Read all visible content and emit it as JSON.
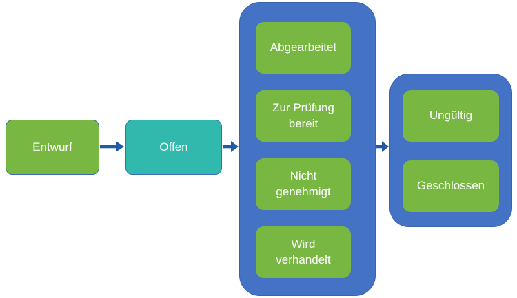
{
  "diagram": {
    "type": "workflow-state-diagram",
    "background": "#ffffff",
    "colors": {
      "green": "#78B842",
      "teal": "#31B9AD",
      "container-blue": "#4472C4",
      "container-border": "#3A62AC",
      "border-blue": "#3C6AB5",
      "arrow-blue": "#1F5BA8",
      "text": "#ffffff"
    },
    "stages": [
      {
        "id": "entwurf",
        "label": "Entwurf",
        "variant": "green"
      },
      {
        "id": "offen",
        "label": "Offen",
        "variant": "teal"
      }
    ],
    "groups": [
      {
        "id": "processing",
        "items": [
          {
            "label": "Abgearbeitet"
          },
          {
            "label": "Zur Prüfung bereit"
          },
          {
            "label": "Nicht genehmigt"
          },
          {
            "label": "Wird verhandelt"
          }
        ]
      },
      {
        "id": "final",
        "items": [
          {
            "label": "Ungültig"
          },
          {
            "label": "Geschlossen"
          }
        ]
      }
    ],
    "arrows": [
      {
        "from": "entwurf",
        "to": "offen"
      },
      {
        "from": "offen",
        "to": "processing-group"
      },
      {
        "from": "processing-group",
        "to": "final-group"
      }
    ]
  }
}
